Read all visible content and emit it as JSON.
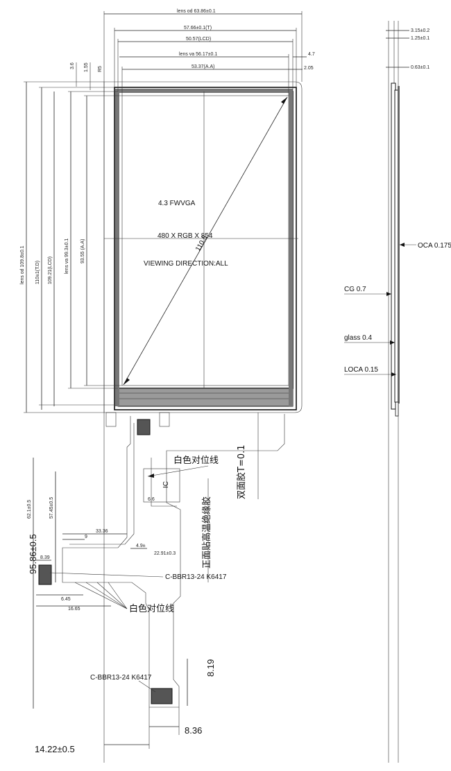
{
  "front_view": {
    "panel_title": "4.3 FWVGA",
    "resolution": "480 X RGB X 854",
    "viewing_direction": "VIEWING DIRECTION:ALL",
    "diagonal": "110.5",
    "top_dims": [
      "lens od 63.86±0.1",
      "57.66±0.1(T)",
      "50.57(LCD)",
      "lens va 56.17±0.1",
      "53.37(A.A)"
    ],
    "top_right_dims": [
      "4.7",
      "2.05"
    ],
    "left_dims": [
      "lens od 109.8±0.1",
      "110±1(T.D)",
      "109.21(LCD)",
      "lens va 99.3±0.1",
      "93.55 (A.A)"
    ],
    "small_vertical_dims": [
      "3.6",
      "1.55"
    ],
    "corner_dim": "R5"
  },
  "fpc": {
    "alignment_line_label": "白色对位线",
    "tape_label": "双面胶T=0.1",
    "stiffener_label": "正面贴高温绝缘胶",
    "ic_label": "IC",
    "ic_width": "6.6",
    "connector_label_1": "C-BBR13-24  K6417",
    "connector_label_2": "C-BBR13-24  K6417",
    "white_line_label": "白色对位线",
    "dims": [
      "62.1±0.5",
      "57.45±0.5",
      "33.36",
      "9",
      "4.9±",
      "22.91±0.3",
      "8.39",
      "6.45",
      "16.65"
    ],
    "overall_height": "95.86±0.5",
    "connector_height": "8.19",
    "connector_width": "8.36",
    "fpc_offset": "14.22±0.5"
  },
  "side_view": {
    "top_dims": [
      "3.15±0.2",
      "1.25±0.1",
      "0.63±0.1"
    ],
    "layers": [
      "OCA 0.175",
      "CG  0.7",
      "glass 0.4",
      "LOCA 0.15"
    ]
  }
}
